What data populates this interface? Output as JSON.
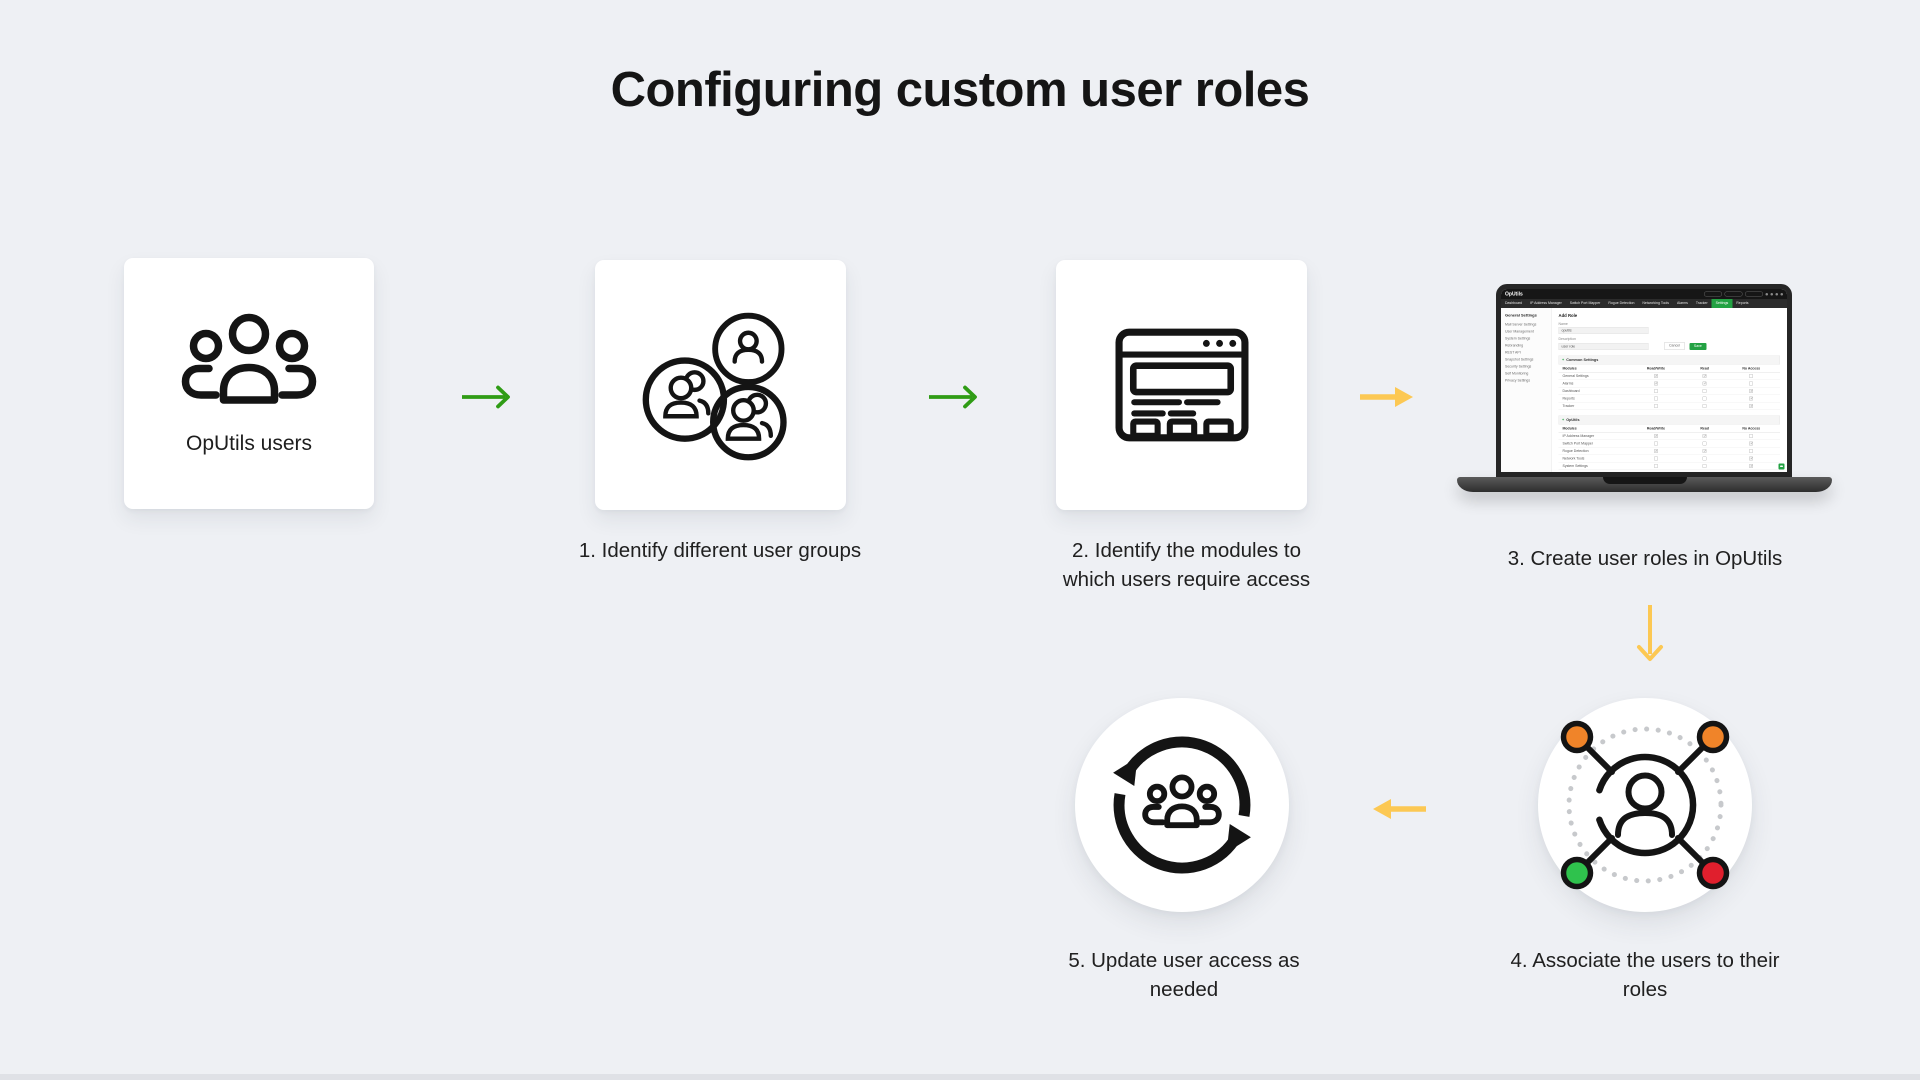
{
  "page": {
    "title": "Configuring custom user roles"
  },
  "colors": {
    "green_arrow": "#2f9c15",
    "yellow_arrow": "#fcc853",
    "orange_node": "#f08429",
    "green_node": "#2fc24d",
    "red_node": "#e01f2d",
    "laptop_green": "#23a243"
  },
  "steps": {
    "start": {
      "label": "OpUtils users"
    },
    "step1": {
      "label": "1. Identify different user groups"
    },
    "step2": {
      "line1": "2. Identify the modules to",
      "line2": "which users require access"
    },
    "step3": {
      "label": "3. Create user roles in OpUtils"
    },
    "step4": {
      "label": "4. Associate the users to their roles"
    },
    "step5": {
      "label": "5. Update user access as needed"
    }
  },
  "laptop": {
    "brand": "OpUtils",
    "nav": [
      "Dashboard",
      "IP Address Manager",
      "Switch Port Mapper",
      "Rogue Detection",
      "Networking Tools",
      "Alarms",
      "Tracker",
      "Settings",
      "Reports"
    ],
    "active_nav": "Settings",
    "sidebar_heading": "General Settings",
    "sidebar_items": [
      "Mail Server Settings",
      "User Management",
      "System Settings",
      "Rebranding",
      "REST API",
      "Snapshot Settings",
      "Security Settings",
      "Self Monitoring",
      "Privacy Settings"
    ],
    "page_heading": "Add Role",
    "form": {
      "name_label": "Name",
      "name_value": "oputils",
      "desc_label": "Description",
      "desc_value": "user role",
      "cancel": "Cancel",
      "save": "Save"
    },
    "sections": [
      {
        "title": "Common Settings",
        "headers": [
          "Modules",
          "Read/Write",
          "Read",
          "No Access"
        ],
        "rows": [
          {
            "module": "General Settings",
            "rw": true,
            "read": true,
            "na": false
          },
          {
            "module": "Alarms",
            "rw": true,
            "read": true,
            "na": false
          },
          {
            "module": "Dashboard",
            "rw": false,
            "read": false,
            "na": true
          },
          {
            "module": "Reports",
            "rw": false,
            "read": false,
            "na": true
          },
          {
            "module": "Tracker",
            "rw": false,
            "read": false,
            "na": true
          }
        ]
      },
      {
        "title": "OpUtils",
        "headers": [
          "Modules",
          "Read/Write",
          "Read",
          "No Access"
        ],
        "rows": [
          {
            "module": "IP Address Manager",
            "rw": true,
            "read": true,
            "na": false
          },
          {
            "module": "Switch Port Mapper",
            "rw": false,
            "read": false,
            "na": true
          },
          {
            "module": "Rogue Detection",
            "rw": true,
            "read": true,
            "na": false
          },
          {
            "module": "Network Tools",
            "rw": false,
            "read": false,
            "na": true
          },
          {
            "module": "System Settings",
            "rw": false,
            "read": false,
            "na": true
          }
        ]
      }
    ]
  }
}
